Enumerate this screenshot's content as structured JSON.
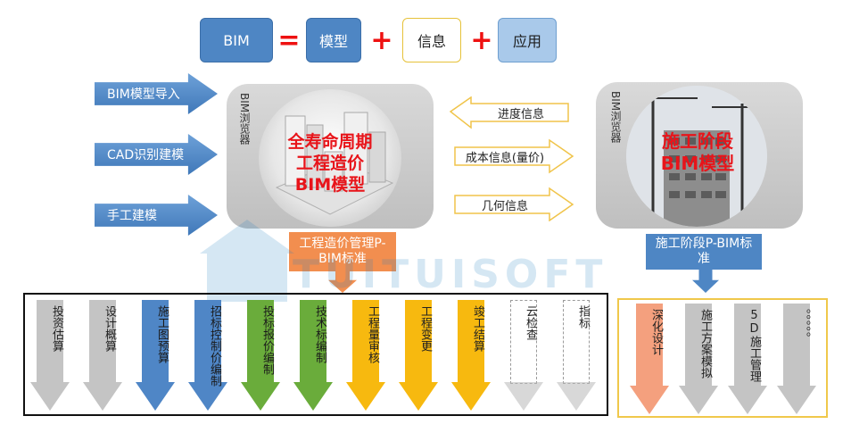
{
  "formula": {
    "bim": "BIM",
    "eq": "=",
    "model": "模型",
    "plus1": "+",
    "info": "信息",
    "plus2": "+",
    "app": "应用"
  },
  "inputs": [
    "BIM模型导入",
    "CAD识别建模",
    "手工建模"
  ],
  "left_panel": {
    "side_label": "BIM浏览器",
    "title_lines": [
      "全寿命周期",
      "工程造价",
      "BIM模型"
    ],
    "bottom_label": "工程造价管理P-BIM标准"
  },
  "right_panel": {
    "side_label": "BIM浏览器",
    "title_lines": [
      "施工阶段",
      "BIM模型"
    ],
    "bottom_label": "施工阶段P-BIM标准"
  },
  "exchange": {
    "left_arrow": "进度信息",
    "right_arrow_1": "成本信息(量价)",
    "right_arrow_2": "几何信息"
  },
  "watermark": "TUITUISOFT",
  "cost_steps": [
    {
      "label": "投资估算",
      "color": "#c4c4c4",
      "dashed": false
    },
    {
      "label": "设计概算",
      "color": "#c4c4c4",
      "dashed": false
    },
    {
      "label": "施工图预算",
      "color": "#4f86c6",
      "dashed": false
    },
    {
      "label": "招标控制价编制",
      "color": "#4f86c6",
      "dashed": false
    },
    {
      "label": "投标报价编制",
      "color": "#6aac3b",
      "dashed": false
    },
    {
      "label": "技术标编制",
      "color": "#6aac3b",
      "dashed": false
    },
    {
      "label": "工程量审核",
      "color": "#f7b90f",
      "dashed": false
    },
    {
      "label": "工程变更",
      "color": "#f7b90f",
      "dashed": false
    },
    {
      "label": "竣工结算",
      "color": "#f7b90f",
      "dashed": false
    },
    {
      "label": "云检查",
      "color": "#ffffff",
      "dashed": true
    },
    {
      "label": "指标",
      "color": "#ffffff",
      "dashed": true
    }
  ],
  "construction_steps": [
    {
      "label": "深化设计",
      "color": "#f4a07e"
    },
    {
      "label": "施工方案模拟",
      "color": "#c4c4c4"
    },
    {
      "label": "5D施工管理",
      "color": "#c4c4c4"
    },
    {
      "label": "。。。。。",
      "color": "#c4c4c4"
    }
  ]
}
